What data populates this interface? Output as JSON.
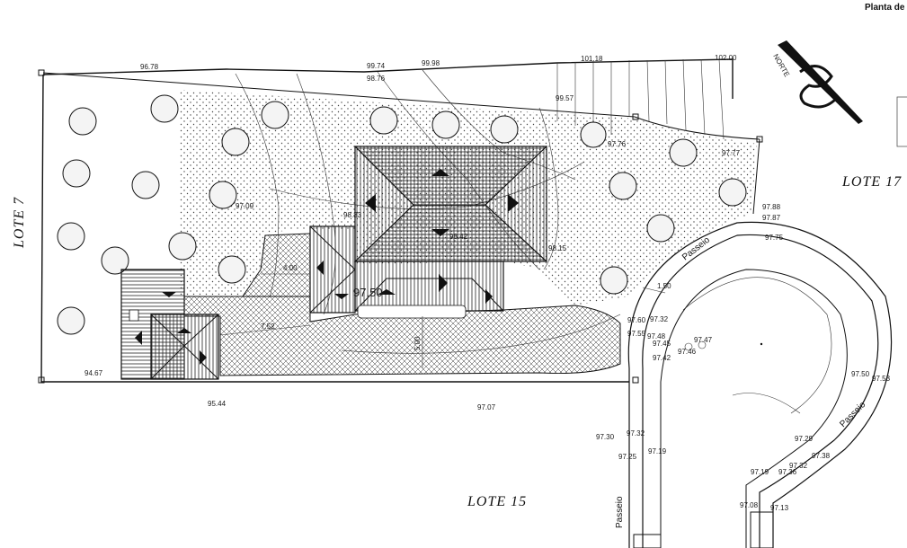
{
  "title": "Planta de",
  "north_label": "NORTE",
  "lots": {
    "left": "LOTE 7",
    "bottom": "LOTE 15",
    "right": "LOTE 17"
  },
  "sidewalk_labels": [
    "Passeio",
    "Passeio",
    "Passeio"
  ],
  "elevations": {
    "top": [
      "96.78",
      "99.74",
      "99.98",
      "98.76",
      "101.18",
      "102.00",
      "99.57",
      "97.76",
      "97.77"
    ],
    "site": [
      "97.09",
      "98.33",
      "98.42",
      "98.15",
      "97.50"
    ],
    "left": [
      "94.67"
    ],
    "bottom": [
      "95.44",
      "97.07"
    ],
    "circle": [
      "97.88",
      "97.87",
      "97.75",
      "97.60",
      "97.32",
      "97.55",
      "97.48",
      "97.45",
      "97.46",
      "97.47",
      "97.42",
      "97.50",
      "97.53",
      "97.29",
      "97.38",
      "97.32",
      "97.36",
      "97.19",
      "97.08",
      "97.13"
    ],
    "lower_street": [
      "97.30",
      "97.32",
      "97.25",
      "97.19"
    ]
  },
  "dimensions": [
    "4.00",
    "7.52",
    "5.00",
    "1.50"
  ]
}
